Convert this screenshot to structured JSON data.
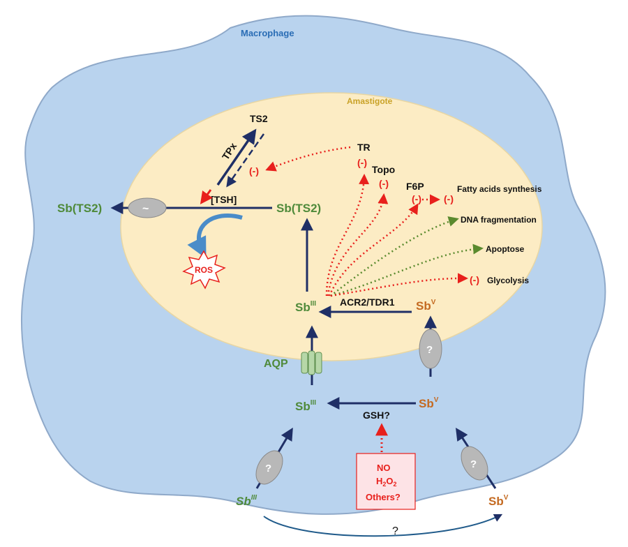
{
  "colors": {
    "macrophage_fill": "#b9d3ee",
    "macrophage_stroke": "#8fa9c9",
    "amastigote_fill": "#fcecc4",
    "dark_blue": "#1f2f66",
    "red": "#e8201c",
    "green_dotted": "#6a9a3c",
    "sb_green": "#4f8a3a",
    "sb_orange": "#c46a21",
    "label_blue": "#2a6db5",
    "label_gold": "#c9a227",
    "transporter_fill": "#b8b8b8",
    "aqp_fill": "#b6d7a8"
  },
  "labels": {
    "macrophage": "Macrophage",
    "amastigote": "Amastigote",
    "ts2": "TS2",
    "tpx": "TPx",
    "minus": "(-)",
    "tr": "TR",
    "topo": "Topo",
    "f6p": "F6P",
    "fatty_acids": "Fatty acids synthesis",
    "dna_fragmentation": "DNA fragmentation",
    "apoptose": "Apoptose",
    "glycolysis": "Glycolysis",
    "tsh": "[TSH]",
    "sb_ts2_out": "Sb(TS2)",
    "sb_ts2_in": "Sb(TS2)",
    "ros": "ROS",
    "sb": "Sb",
    "sup_iii": "III",
    "sup_v": "V",
    "acr2_tdr1": "ACR2/TDR1",
    "aqp": "AQP",
    "gsh": "GSH?",
    "question": "?",
    "tilde": "~",
    "no": "NO",
    "h2o2_h": "H",
    "h2o2_sub": "2",
    "h2o2_o": "O",
    "others": "Others?",
    "bottom_question": "?"
  }
}
